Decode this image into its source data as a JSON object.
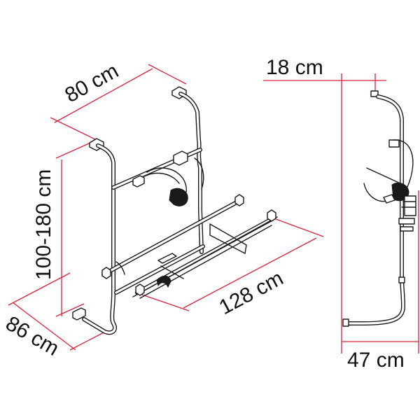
{
  "colors": {
    "dimension_line": "#d6243a",
    "drawing_line": "#1a1a1a",
    "background": "#ffffff"
  },
  "dimensions": {
    "width_top": "80 cm",
    "height": "100-180 cm",
    "depth": "86 cm",
    "rail_length": "128 cm",
    "side_offset": "18 cm",
    "side_depth": "47 cm"
  }
}
